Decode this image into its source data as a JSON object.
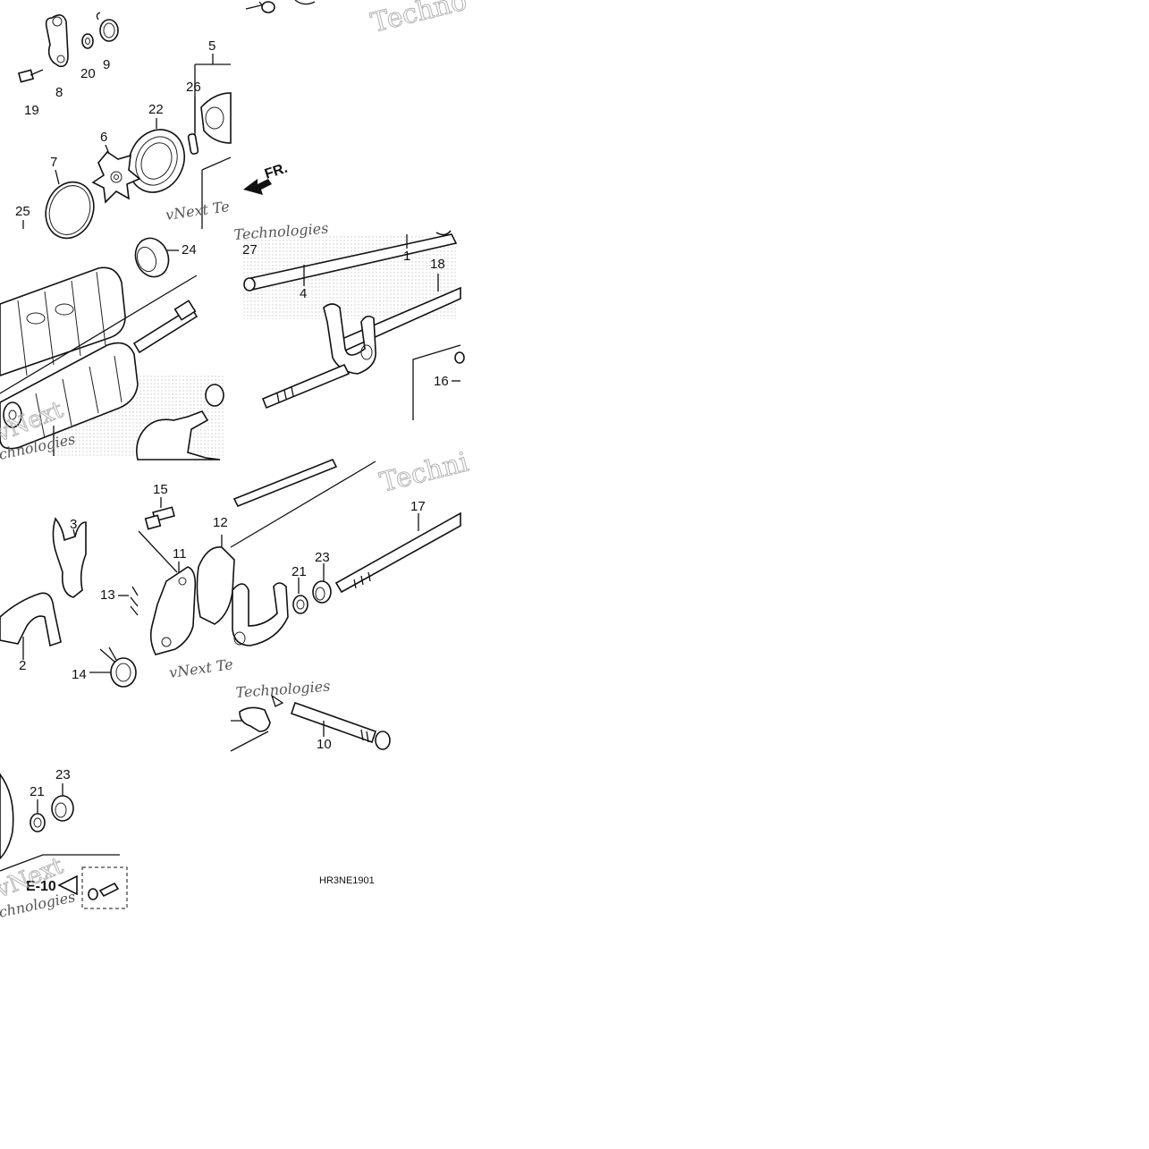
{
  "diagram": {
    "direction_label": "FR.",
    "drawing_code": "HR3NE1901",
    "section_ref": "E-10",
    "callouts": {
      "p1": "1",
      "p2": "2",
      "p3": "3",
      "p4": "4",
      "p5": "5",
      "p6": "6",
      "p7": "7",
      "p8": "8",
      "p9": "9",
      "p10": "10",
      "p11": "11",
      "p12": "12",
      "p13": "13",
      "p14": "14",
      "p15": "15",
      "p16": "16",
      "p17": "17",
      "p18": "18",
      "p19": "19",
      "p20": "20",
      "p21": "21",
      "p22": "22",
      "p23": "23",
      "p24": "24",
      "p25": "25",
      "p26": "26",
      "p27": "27"
    },
    "watermark": {
      "word_1": "Techno",
      "word_2": "vNext Te",
      "word_3": "Technologies",
      "word_4": "vNext",
      "word_5": "chnologies",
      "word_6": "Techni"
    },
    "colors": {
      "ink": "#111111",
      "watermark": "#b5b5b5",
      "background": "#ffffff",
      "stipple": "#c8c8c8"
    }
  }
}
